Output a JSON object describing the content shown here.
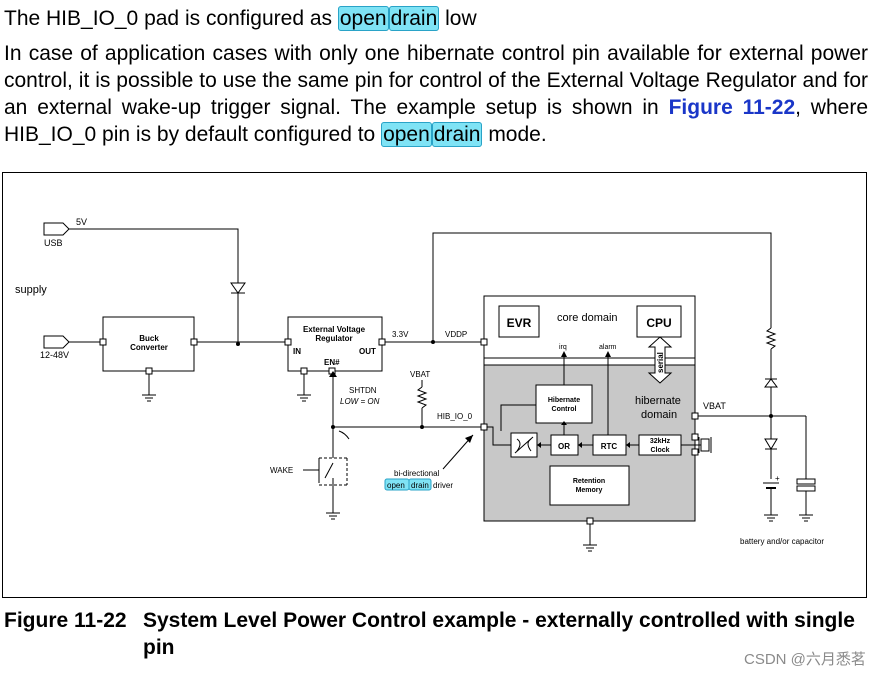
{
  "line1": {
    "before": "The HIB_IO_0 pad is configured as ",
    "hl1": "open",
    "hl2": "drain",
    "after": " low"
  },
  "para": {
    "text1": "In case of application cases with only one hibernate control pin available for external power control, it is possible to use the same pin for control of the External Voltage Regulator and for an external wake-up trigger signal. The example setup is shown in ",
    "figref": "Figure 11-22",
    "text2": ", where HIB_IO_0 pin is by default configured to ",
    "hl1": "open",
    "hl2": "drain",
    "text3": " mode."
  },
  "diagram": {
    "usb_label": "USB",
    "v5_label": "5V",
    "supply_label": "supply",
    "v12_label": "12-48V",
    "buck_line1": "Buck",
    "buck_line2": "Converter",
    "evr_ext_line1": "External Voltage",
    "evr_ext_line2": "Regulator",
    "in_label": "IN",
    "out_label": "OUT",
    "en_label": "EN#",
    "v33_label": "3.3V",
    "vddp_label": "VDDP",
    "shtdn_label": "SHTDN",
    "low_on_label": "LOW = ON",
    "vbat_label": "VBAT",
    "hib_io_label": "HIB_IO_0",
    "wake_label": "WAKE",
    "bidir_label": "bi-directional",
    "open_label": "open",
    "drain_label": "drain",
    "driver_label": "driver",
    "evr_label": "EVR",
    "core_domain_label": "core domain",
    "cpu_label": "CPU",
    "irq_label": "irq",
    "alarm_label": "alarm",
    "serial_label": "serial",
    "hib_ctrl_line1": "Hibernate",
    "hib_ctrl_line2": "Control",
    "hib_domain_line1": "hibernate",
    "hib_domain_line2": "domain",
    "vbat_right_label": "VBAT",
    "or_label": "OR",
    "rtc_label": "RTC",
    "clock_line1": "32kHz",
    "clock_line2": "Clock",
    "retention_line1": "Retention",
    "retention_line2": "Memory",
    "battery_label": "battery and/or capacitor",
    "plus_label": "+"
  },
  "caption": {
    "number": "Figure 11-22",
    "text": "System Level Power Control example - externally controlled with single pin"
  },
  "watermark": "CSDN @六月悉茗",
  "colors": {
    "highlight": "#7fe3f5",
    "highlight_border": "#2aa3c7",
    "link": "#1a36c8",
    "hib_domain_fill": "#c8c8c8"
  }
}
